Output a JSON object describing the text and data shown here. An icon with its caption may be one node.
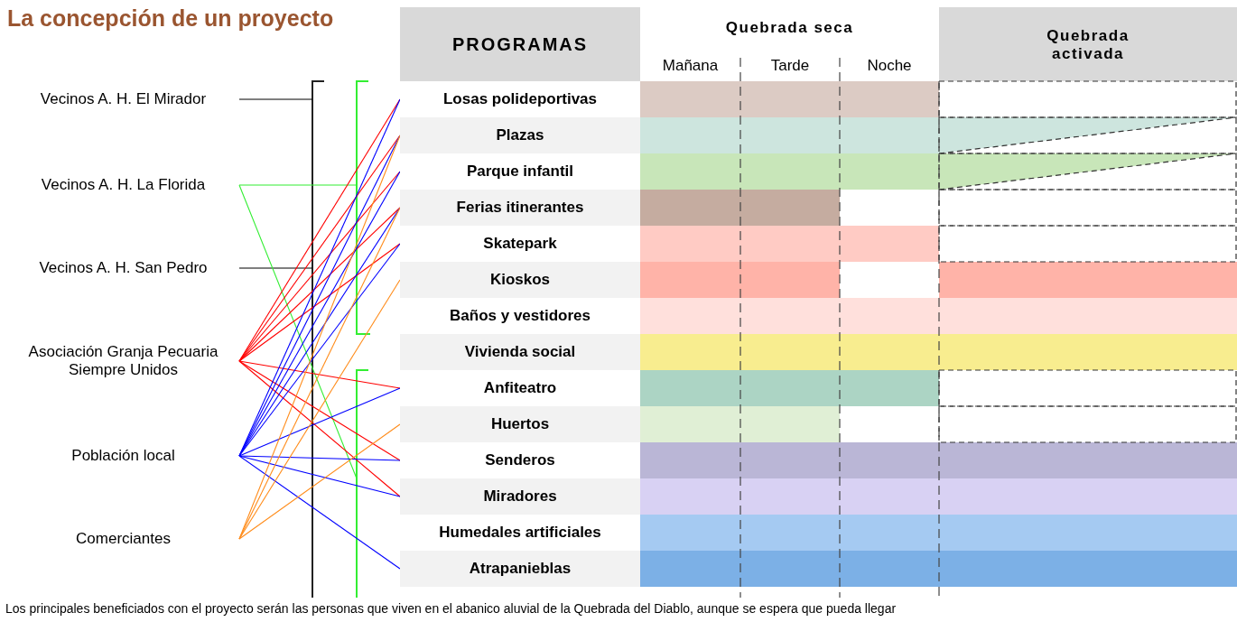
{
  "diagram": {
    "title": "La concepción de un proyecto",
    "caption": "Los principales beneficiados con el proyecto serán las personas que viven en el abanico aluvial de la Quebrada del Diablo, aunque se espera que pueda llegar",
    "nodes": [
      {
        "text": [
          "Vecinos A. H. El Mirador"
        ]
      },
      {
        "text": [
          "Vecinos A. H. La Florida"
        ]
      },
      {
        "text": [
          "Vecinos A. H. San Pedro"
        ]
      },
      {
        "text": [
          "Asociación Granja Pecuaria Siempre Unidos"
        ]
      },
      {
        "text": [
          "Población local"
        ]
      },
      {
        "text": [
          "Comerciantes"
        ]
      },
      {
        "text": [
          "Losas polideportivas"
        ]
      },
      {
        "text": [
          "Plazas"
        ]
      },
      {
        "text": [
          "Parque infantil"
        ]
      },
      {
        "text": [
          "Ferias itinerantes"
        ]
      },
      {
        "text": [
          "Skatepark"
        ]
      },
      {
        "text": [
          "Kioskos"
        ]
      },
      {
        "text": [
          "Baños y vestidores"
        ]
      },
      {
        "text": [
          "Vivienda social"
        ]
      },
      {
        "text": [
          "Anfiteatro"
        ]
      },
      {
        "text": [
          "Huertos"
        ]
      },
      {
        "text": [
          "Senderos"
        ]
      },
      {
        "text": [
          "Miradores"
        ]
      },
      {
        "text": [
          "Humedales artificiales"
        ]
      },
      {
        "text": [
          "Atrapanieblas"
        ]
      }
    ],
    "edges": [
      {
        "from": 0,
        "to": null,
        "arrow": "none",
        "color": "#000000"
      },
      {
        "from": 2,
        "to": null,
        "arrow": "none",
        "color": "#000000"
      },
      {
        "from": 1,
        "to": null,
        "arrow": "none",
        "color": "#33ee33"
      },
      {
        "from": 1,
        "to": null,
        "arrow": "none",
        "color": "#33ee33"
      },
      {
        "from": 3,
        "to": 6,
        "arrow": "none",
        "color": "#ff0000"
      },
      {
        "from": 3,
        "to": 7,
        "arrow": "none",
        "color": "#ff0000"
      },
      {
        "from": 3,
        "to": 8,
        "arrow": "none",
        "color": "#ff0000"
      },
      {
        "from": 3,
        "to": 9,
        "arrow": "none",
        "color": "#ff0000"
      },
      {
        "from": 3,
        "to": 10,
        "arrow": "none",
        "color": "#ff0000"
      },
      {
        "from": 3,
        "to": 14,
        "arrow": "none",
        "color": "#ff0000"
      },
      {
        "from": 3,
        "to": 16,
        "arrow": "none",
        "color": "#ff0000"
      },
      {
        "from": 3,
        "to": 17,
        "arrow": "none",
        "color": "#ff0000"
      },
      {
        "from": 4,
        "to": 6,
        "arrow": "none",
        "color": "#0000ff"
      },
      {
        "from": 4,
        "to": 7,
        "arrow": "none",
        "color": "#0000ff"
      },
      {
        "from": 4,
        "to": 8,
        "arrow": "none",
        "color": "#0000ff"
      },
      {
        "from": 4,
        "to": 9,
        "arrow": "none",
        "color": "#0000ff"
      },
      {
        "from": 4,
        "to": 10,
        "arrow": "none",
        "color": "#0000ff"
      },
      {
        "from": 4,
        "to": 14,
        "arrow": "none",
        "color": "#0000ff"
      },
      {
        "from": 4,
        "to": 16,
        "arrow": "none",
        "color": "#0000ff"
      },
      {
        "from": 4,
        "to": 17,
        "arrow": "none",
        "color": "#0000ff"
      },
      {
        "from": 4,
        "to": 19,
        "arrow": "none",
        "color": "#0000ff"
      },
      {
        "from": 5,
        "to": 7,
        "arrow": "none",
        "color": "#ff8c1a"
      },
      {
        "from": 5,
        "to": 9,
        "arrow": "none",
        "color": "#ff8c1a"
      },
      {
        "from": 5,
        "to": 11,
        "arrow": "none",
        "color": "#ff8c1a"
      },
      {
        "from": 5,
        "to": 15,
        "arrow": "none",
        "color": "#ff8c1a"
      }
    ],
    "labels": [
      "PROGRAMAS",
      "Quebrada seca",
      "Mañana",
      "Tarde",
      "Noche",
      "Quebrada activada"
    ]
  }
}
